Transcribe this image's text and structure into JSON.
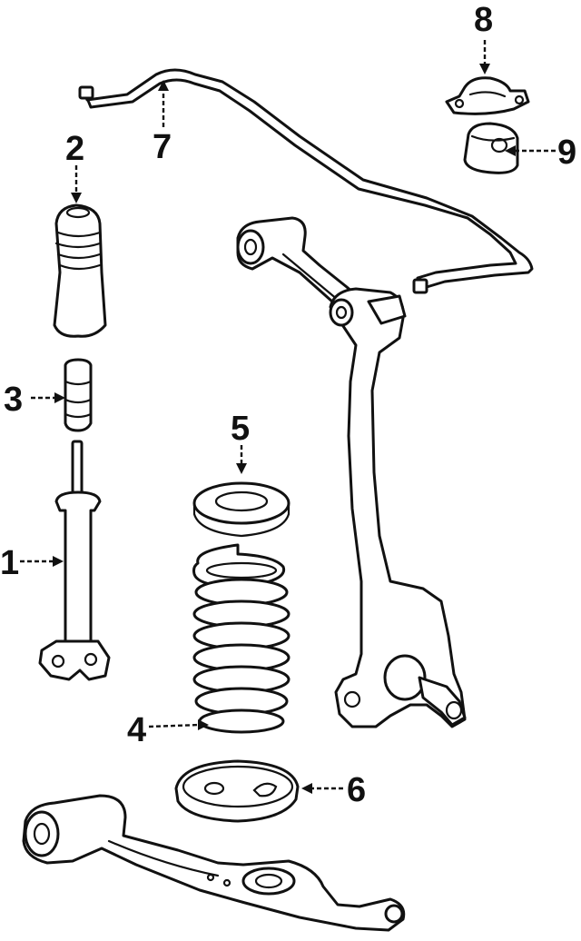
{
  "callouts": [
    "1",
    "2",
    "3",
    "4",
    "5",
    "6",
    "7",
    "8",
    "9"
  ],
  "colors": {
    "ink": "#111111",
    "paper": "#ffffff"
  }
}
